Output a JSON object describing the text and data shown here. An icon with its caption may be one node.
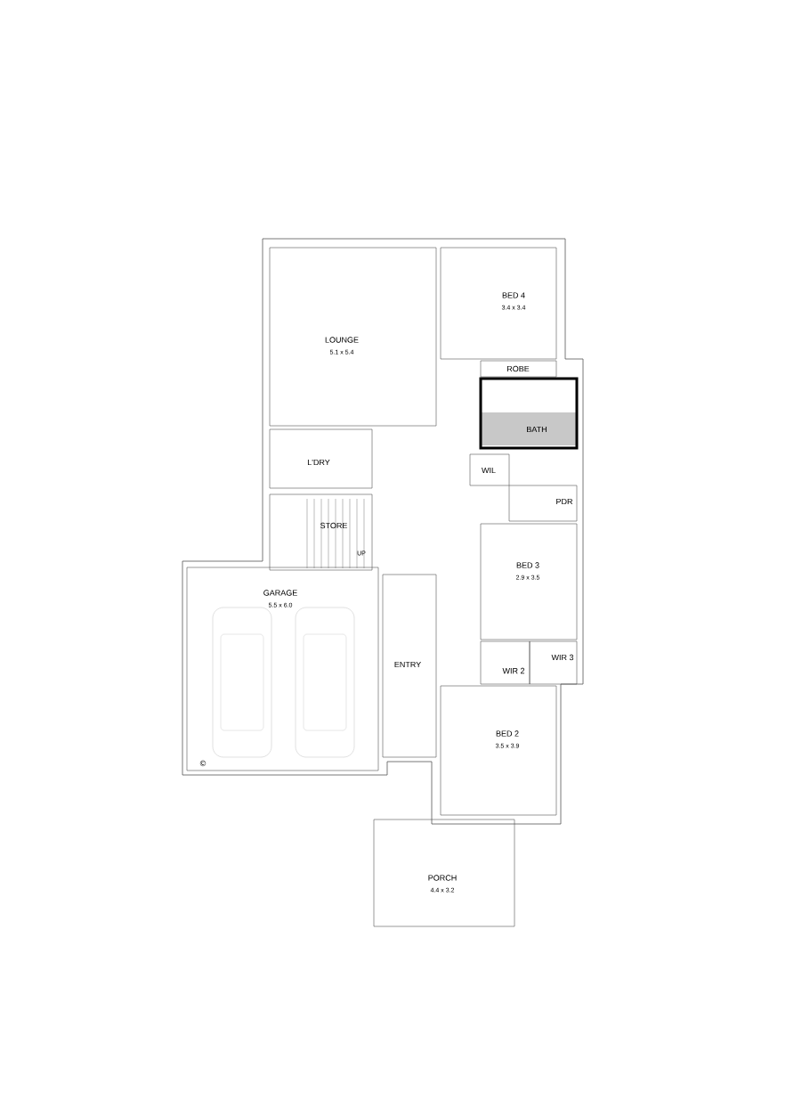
{
  "diagram": {
    "nodes": [
      {
        "text": [
          "LOUNGE",
          "5.1 x 5.4"
        ]
      },
      {
        "text": [
          "BED 4",
          "3.4 x 3.4"
        ]
      },
      {
        "text": [
          "ROBE"
        ]
      },
      {
        "text": [
          "BATH"
        ]
      },
      {
        "text": [
          "L'DRY"
        ]
      },
      {
        "text": [
          "WIL"
        ]
      },
      {
        "text": [
          "PDR"
        ]
      },
      {
        "text": [
          "STORE"
        ]
      },
      {
        "text": [
          "GARAGE",
          "5.5 x 6.0"
        ]
      },
      {
        "text": [
          "BED 3",
          "2.9 x 3.5"
        ]
      },
      {
        "text": [
          "ENTRY"
        ]
      },
      {
        "text": [
          "WIR 3"
        ]
      },
      {
        "text": [
          "WIR 2"
        ]
      },
      {
        "text": [
          "BED 2",
          "3.5 x 3.9"
        ]
      },
      {
        "text": [
          "PORCH",
          "4.4 x 3.2"
        ]
      }
    ],
    "labels": [
      "UP",
      "©"
    ]
  }
}
